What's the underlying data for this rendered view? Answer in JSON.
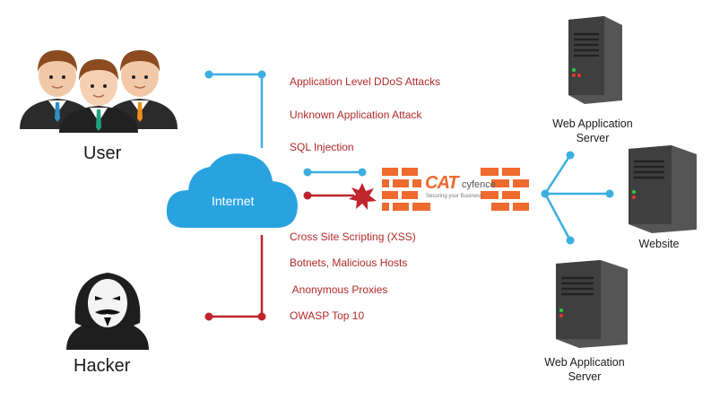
{
  "labels": {
    "user": "User",
    "hacker": "Hacker",
    "internet": "Internet",
    "server_top": "Web Application Server",
    "server_bottom": "Web Application Server",
    "website": "Website"
  },
  "threats_top": [
    "Application Level DDoS Attacks",
    "Unknown Application Attack",
    "SQL Injection"
  ],
  "threats_bottom": [
    "Cross Site Scripting (XSS)",
    "Botnets, Malicious Hosts",
    " Anonymous Proxies",
    "OWASP Top 10"
  ],
  "firewall": {
    "brand_left": "CAT",
    "brand_right": "cyfence",
    "tagline": "Securing your Business"
  },
  "colors": {
    "blue_line": "#3aaee0",
    "red_line": "#c0242d",
    "brick": "#ef6a2e",
    "cloud": "#29a3e0",
    "threat_text": "#b22a2a",
    "server": "#4a4a4a"
  }
}
